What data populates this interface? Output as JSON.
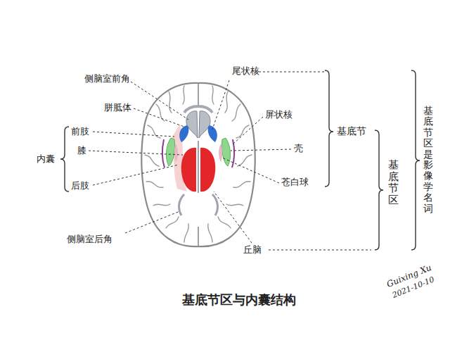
{
  "diagram": {
    "title": "基底节区与内囊结构",
    "labels": [
      "尾状核",
      "侧脑室前角",
      "胼胝体",
      "前肢",
      "膝",
      "后肢",
      "内囊",
      "侧脑室后角",
      "屏状核",
      "壳",
      "苍白球",
      "丘脑",
      "基底节",
      "基底节区",
      "基底节区是影像学名词",
      "Guixing Xu",
      "2021-10-10"
    ]
  }
}
